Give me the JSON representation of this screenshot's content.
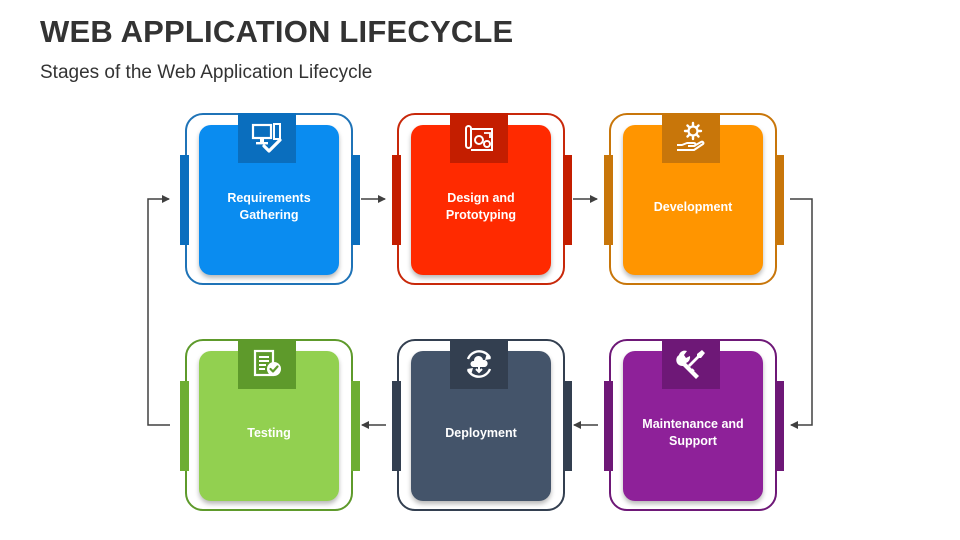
{
  "header": {
    "title": "WEB APPLICATION LIFECYCLE",
    "subtitle": "Stages of the Web Application Lifecycle"
  },
  "stages": [
    {
      "label_line1": "Requirements",
      "label_line2": "Gathering",
      "icon": "computer-check-icon",
      "color": "#0A8CF0",
      "dark": "#0A6EBE",
      "frame": "#1F73B7"
    },
    {
      "label_line1": "Design and",
      "label_line2": "Prototyping",
      "icon": "blueprint-gears-icon",
      "color": "#FF2A00",
      "dark": "#C41E00",
      "frame": "#C8280A"
    },
    {
      "label_line1": "Development",
      "label_line2": "",
      "icon": "hand-gear-icon",
      "color": "#FF9500",
      "dark": "#C8760A",
      "frame": "#C8760A"
    },
    {
      "label_line1": "Maintenance and",
      "label_line2": "Support",
      "icon": "wrench-screwdriver-icon",
      "color": "#8E2199",
      "dark": "#6E1877",
      "frame": "#6E1877"
    },
    {
      "label_line1": "Deployment",
      "label_line2": "",
      "icon": "cloud-refresh-icon",
      "color": "#44546A",
      "dark": "#333F50",
      "frame": "#333F50"
    },
    {
      "label_line1": "Testing",
      "label_line2": "",
      "icon": "checklist-icon",
      "color": "#92D050",
      "dark": "#5E9A2B",
      "frame": "#5E9A2B"
    }
  ]
}
